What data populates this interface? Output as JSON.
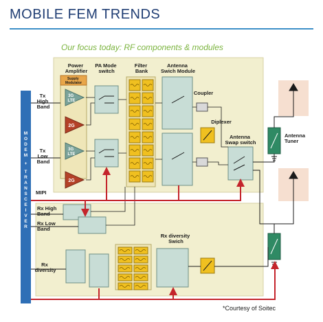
{
  "header": {
    "title": "MOBILE FEM TRENDS",
    "subtitle": "Our focus today: RF components & modules"
  },
  "blocks": {
    "power_amplifier": [
      "Power",
      "Amplifier"
    ],
    "supply_modulator": [
      "Supply",
      "Modulator"
    ],
    "pa_mode_switch": [
      "PA Mode",
      "switch"
    ],
    "filter_bank": [
      "Filter",
      "Bank"
    ],
    "antenna_switch_module": [
      "Antenna",
      "Swich Module"
    ],
    "coupler": "Coupler",
    "diplexer": "Diplexer",
    "antenna_swap_switch": [
      "Antenna",
      "Swap switch"
    ],
    "antenna_tuner": [
      "Antenna",
      "Tuner"
    ],
    "rx_diversity_switch": [
      "Rx diversity",
      "Swich"
    ],
    "pa_3g_lte": [
      "3G",
      "LTE"
    ],
    "pa_2g": "2G"
  },
  "signals": {
    "tx_high_band": [
      "Tx",
      "High",
      "Band"
    ],
    "tx_low_band": [
      "Tx",
      "Low",
      "Band"
    ],
    "mipi": "MIPI",
    "rx_high_band": [
      "Rx High",
      "Band"
    ],
    "rx_low_band": [
      "Rx Low",
      "Band"
    ],
    "rx_diversity": [
      "Rx",
      "diversity"
    ]
  },
  "modem_label": "MODEM + TRANSCEIVER",
  "credit": "*Courtesy of Soitec",
  "colors": {
    "title": "#1f3d73",
    "accent_rule": "#3c8fc7",
    "subtitle": "#7ab33d",
    "module_bg": "#f2efcf",
    "modem_bar": "#2f6fb6",
    "mipi_line": "#c4242b",
    "pa_triangle": "#b44127",
    "filter": "#f0c020",
    "switch_box": "#c8ddd6",
    "tuner": "#2f8a64",
    "antenna_zone": "#f6dfd0"
  },
  "icons": [
    "antenna-icon",
    "ground-icon",
    "triangle-amplifier-icon",
    "filter-wave-icon",
    "switch-icon"
  ]
}
